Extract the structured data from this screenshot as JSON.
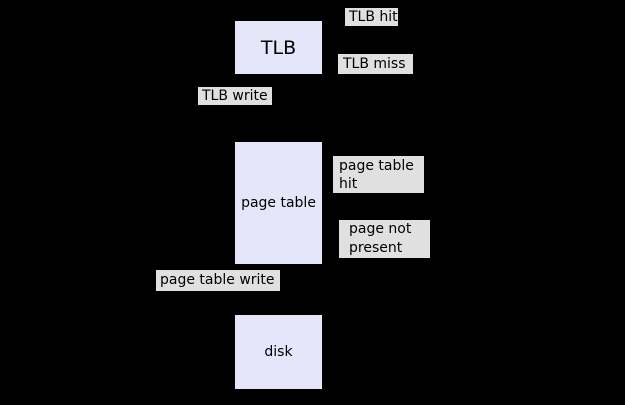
{
  "diagram": {
    "colors": {
      "background": "#000000",
      "node_fill": "#e6e6fa",
      "node_border": "#000000",
      "label_fill": "#e0e0e0",
      "text": "#000000"
    },
    "nodes": {
      "tlb": {
        "label": "TLB"
      },
      "page_table": {
        "label": "page table"
      },
      "disk": {
        "label": "disk"
      }
    },
    "edge_labels": {
      "tlb_hit": "TLB hit",
      "tlb_miss": "TLB miss",
      "tlb_write": "TLB write",
      "page_table_hit": "page table\nhit",
      "page_not_present": "page not\npresent",
      "page_table_write": "page table write"
    }
  }
}
